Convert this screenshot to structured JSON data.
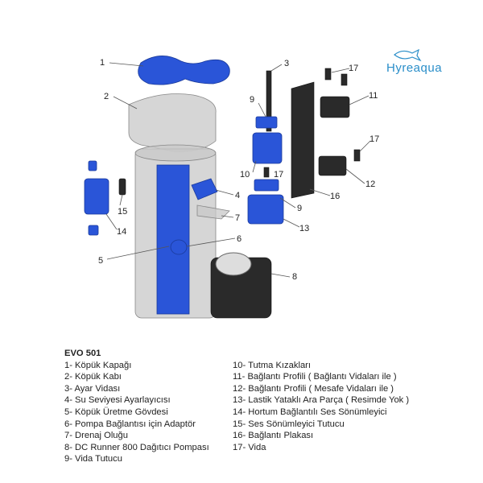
{
  "brand": {
    "name": "Hyreaqua",
    "color": "#2a8ec9"
  },
  "colors": {
    "part_blue": "#2a55d8",
    "part_grey": "#c8c8c8",
    "part_dark": "#2a2a2a"
  },
  "callouts": {
    "c1": "1",
    "c2": "2",
    "c3": "3",
    "c17a": "17",
    "c9a": "9",
    "c11": "11",
    "c17b": "17",
    "c12": "12",
    "c10": "10",
    "c17c": "17",
    "c16": "16",
    "c9b": "9",
    "c13": "13",
    "c4": "4",
    "c7": "7",
    "c15": "15",
    "c14": "14",
    "c6": "6",
    "c5": "5",
    "c8": "8"
  },
  "legend": {
    "title": "EVO 501",
    "left": [
      "1- Köpük Kapağı",
      "2- Köpük Kabı",
      "3- Ayar Vidası",
      "4- Su Seviyesi Ayarlayıcısı",
      "5- Köpük Üretme Gövdesi",
      "6- Pompa Bağlantısı için Adaptör",
      "7- Drenaj Oluğu",
      "8- DC Runner 800 Dağıtıcı Pompası",
      "9- Vida Tutucu"
    ],
    "right": [
      "10- Tutma Kızakları",
      "11- Bağlantı Profili ( Bağlantı Vidaları ile )",
      "12- Bağlantı Profili ( Mesafe Vidaları ile )",
      "13- Lastik Yataklı Ara Parça ( Resimde Yok )",
      "14- Hortum Bağlantılı Ses Sönümleyici",
      "15- Ses Sönümleyici Tutucu",
      "16- Bağlantı Plakası",
      "17- Vida"
    ]
  }
}
